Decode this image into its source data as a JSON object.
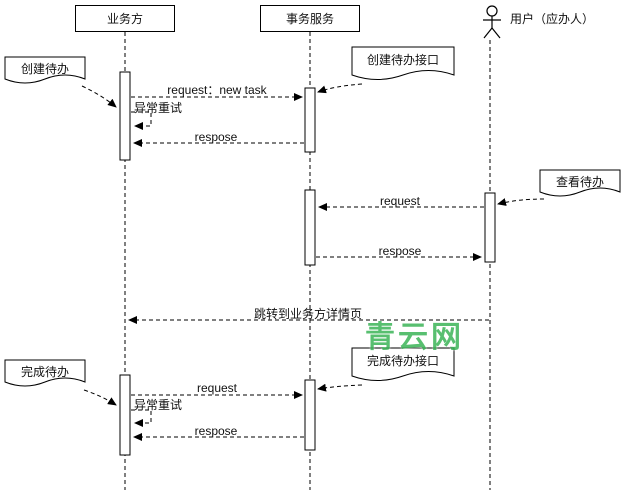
{
  "diagram": {
    "participants": {
      "business": "业务方",
      "service": "事务服务",
      "user": "用户（应办人）"
    },
    "notes": {
      "create_todo": "创建待办",
      "create_todo_api": "创建待办接口",
      "view_todo": "查看待办",
      "finish_todo": "完成待办",
      "finish_todo_api": "完成待办接口"
    },
    "messages": {
      "m1": "request：new task",
      "m2": "异常重试",
      "m3": "respose",
      "m4": "request",
      "m5": "respose",
      "m6": "跳转到业务方详情页",
      "m7": "request",
      "m8": "异常重试",
      "m9": "respose"
    },
    "watermark": "青云网"
  }
}
